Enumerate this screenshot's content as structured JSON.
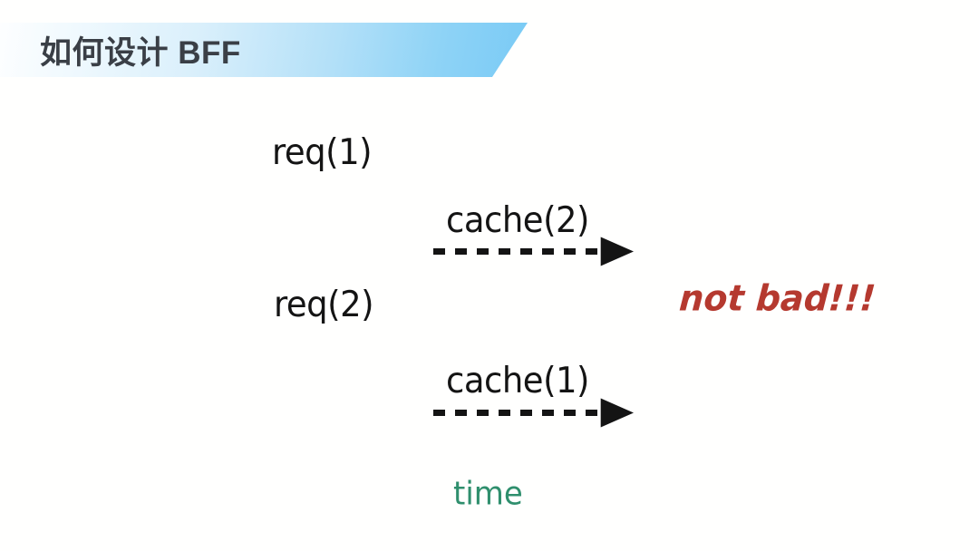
{
  "slide": {
    "title": "如何设计 BFF",
    "background_color": "#fffffe"
  },
  "banner": {
    "gradient_start_color": "#fdfeff",
    "gradient_end_color": "#79caf5",
    "title_color": "#3a3f46"
  },
  "diagram": {
    "type": "sequence-timeline",
    "axis_color": "#2f8f6d",
    "solid_arrow_color": "#141414",
    "dashed_arrow_color": "#141414",
    "annotation_color": "#b5392f",
    "vertical_axis_name": "vertical-axis",
    "horizontal_axis_label": "time",
    "messages": [
      {
        "label": "req(1)",
        "style": "solid",
        "direction": "right"
      },
      {
        "label": "cache(2)",
        "style": "dashed",
        "direction": "right"
      },
      {
        "label": "req(2)",
        "style": "solid",
        "direction": "right"
      },
      {
        "label": "cache(1)",
        "style": "dashed",
        "direction": "right"
      }
    ],
    "annotation": "not bad!!!"
  }
}
